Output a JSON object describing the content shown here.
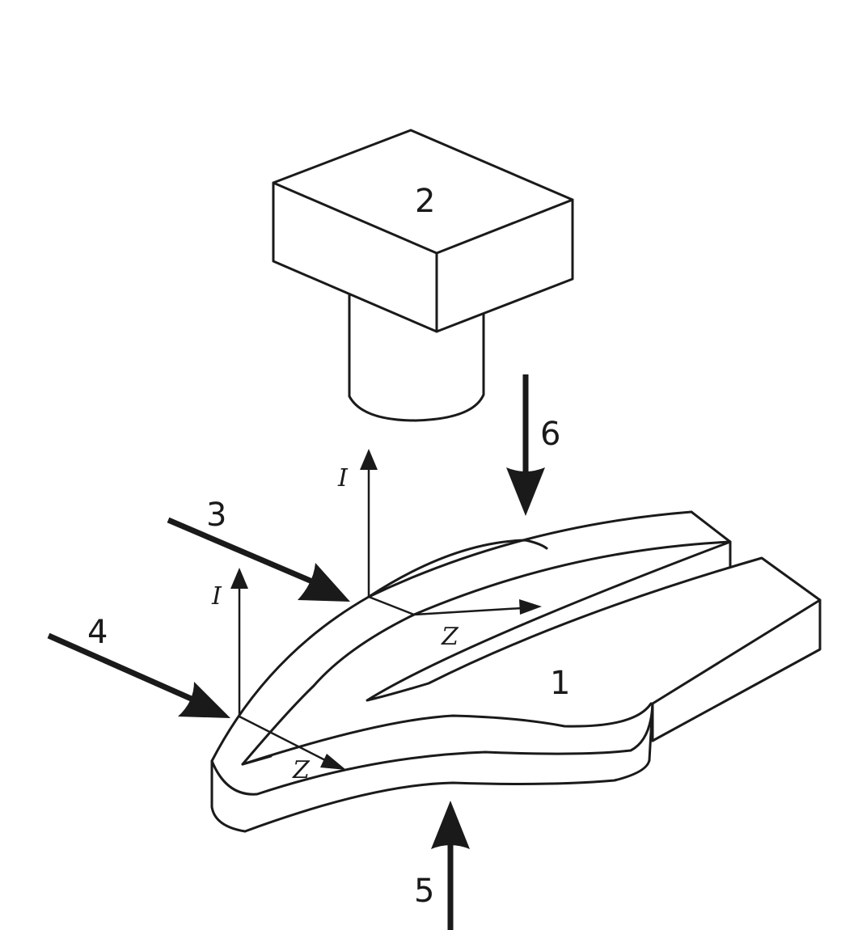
{
  "labels": {
    "part_1": "1",
    "part_2": "2",
    "part_3": "3",
    "part_4": "4",
    "part_5": "5",
    "part_6": "6"
  },
  "axes": {
    "upper_vertical": "I",
    "upper_horizontal": "Z",
    "lower_vertical": "I",
    "lower_horizontal": "Z"
  },
  "colors": {
    "ink": "#1a1a1a",
    "background": "#ffffff"
  }
}
